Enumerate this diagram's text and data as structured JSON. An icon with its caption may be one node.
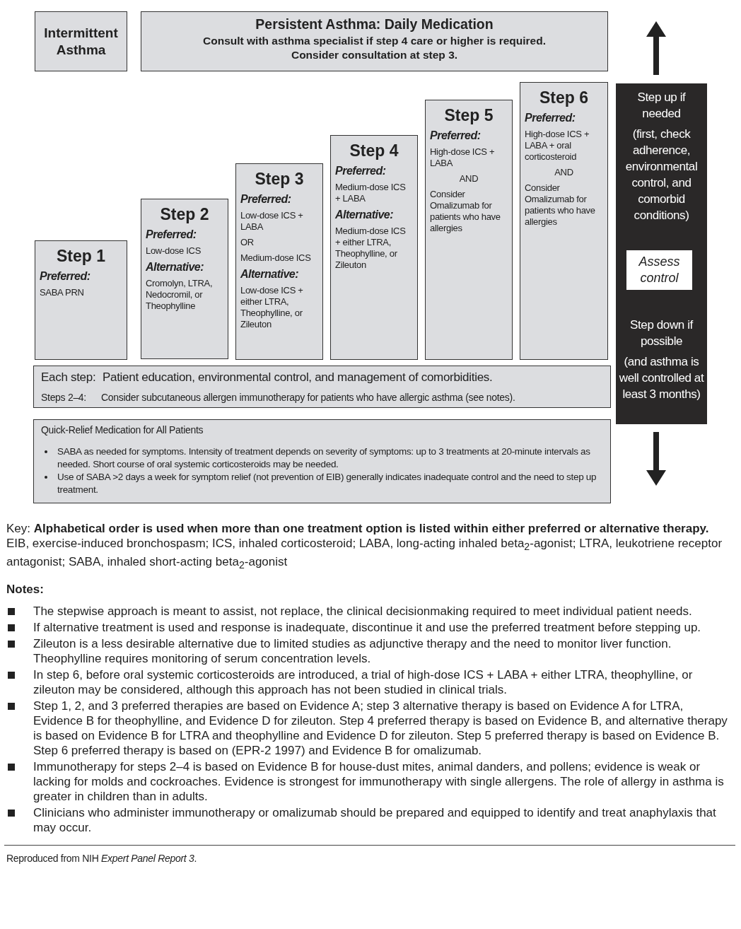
{
  "diagram": {
    "nodes": [
      {
        "text": [
          "Intermittent Asthma"
        ]
      },
      {
        "text": [
          "Persistent Asthma: Daily Medication",
          "Consult with asthma specialist if step 4 care or higher is required. Consider consultation at step 3."
        ]
      },
      {
        "text": [
          "Step 1",
          "Preferred:",
          "SABA PRN"
        ]
      },
      {
        "text": [
          "Step 2",
          "Preferred:",
          "Low-dose ICS",
          "Alternative:",
          "Cromolyn, LTRA, Nedocromil, or Theophylline"
        ]
      },
      {
        "text": [
          "Step 3",
          "Preferred:",
          "Low-dose ICS + LABA",
          "OR",
          "Medium-dose ICS",
          "Alternative:",
          "Low-dose ICS + either LTRA, Theophylline, or Zileuton"
        ]
      },
      {
        "text": [
          "Step 4",
          "Preferred:",
          "Medium-dose ICS + LABA",
          "Alternative:",
          "Medium-dose ICS + either LTRA, Theophylline, or Zileuton"
        ]
      },
      {
        "text": [
          "Step 5",
          "Preferred:",
          "High-dose ICS + LABA",
          "AND",
          "Consider Omalizumab for patients who have allergies"
        ]
      },
      {
        "text": [
          "Step 6",
          "Preferred:",
          "High-dose ICS + LABA + oral corticosteroid",
          "AND",
          "Consider Omalizumab for patients who have allergies"
        ]
      },
      {
        "text": [
          "Each step:",
          "Patient education, environmental control, and management of comorbidities.",
          "Steps 2–4:",
          "Consider subcutaneous allergen immunotherapy for patients who have allergic asthma (see notes)."
        ]
      },
      {
        "text": [
          "Quick-Relief Medication for All Patients",
          "SABA as needed for symptoms. Intensity of treatment depends on severity of symptoms: up to 3 treatments at 20-minute intervals as needed.  Short course of oral systemic corticosteroids may be needed.",
          "Use of SABA >2 days a week for symptom relief (not prevention of EIB) generally indicates inadequate control and the need to step up treatment."
        ]
      },
      {
        "text": [
          "Step up if needed",
          "(first, check adherence, environmental control, and comorbid conditions)",
          "Step down if possible",
          "(and asthma is well controlled at least 3 months)"
        ]
      },
      {
        "text": [
          "Assess control"
        ],
        "in": 10
      }
    ],
    "labels": [
      "Key: **Alphabetical order is used when more than one treatment option is listed within either preferred or alternative therapy.**  EIB, exercise-induced bronchospasm; ICS, inhaled corticosteroid; LABA, long-acting inhaled beta$_{2}$-agonist; LTRA, leukotriene receptor antagonist; SABA, inhaled short-acting beta$_{2}$-agonist",
      "Notes:",
      "The stepwise approach is meant to assist, not replace, the clinical decisionmaking required to meet individual patient needs.",
      "If alternative treatment is used and response is inadequate, discontinue it and use the preferred treatment before stepping up.",
      "Zileuton is a less desirable alternative due to limited studies as adjunctive therapy and the need to monitor liver function.  Theophylline requires monitoring of serum concentration levels.",
      "In step 6, before oral systemic corticosteroids are introduced, a trial of high-dose ICS + LABA + either LTRA, theophylline, or zileuton may be considered, although this approach has not been studied in clinical trials.",
      "Step 1, 2, and 3 preferred therapies are based on Evidence A; step 3 alternative therapy is based on Evidence A for LTRA, Evidence B for theophylline, and Evidence D for zileuton.  Step 4 preferred therapy is based on Evidence B, and alternative therapy is based on Evidence B for LTRA and theophylline and Evidence D for zileuton.  Step 5 preferred therapy is based on Evidence B.  Step 6 preferred therapy is based on (EPR-2 1997) and Evidence B for omalizumab.",
      "Immunotherapy for steps 2–4 is based on Evidence B for house-dust mites, animal danders, and pollens; evidence is weak or lacking for molds and cockroaches.  Evidence is strongest for immunotherapy with single allergens.  The role of allergy in asthma is greater in children than in adults.",
      "Clinicians who administer immunotherapy or omalizumab should be prepared and equipped to identify and treat anaphylaxis that may occur.",
      "Reproduced from NIH *Expert Panel Report 3*."
    ]
  }
}
